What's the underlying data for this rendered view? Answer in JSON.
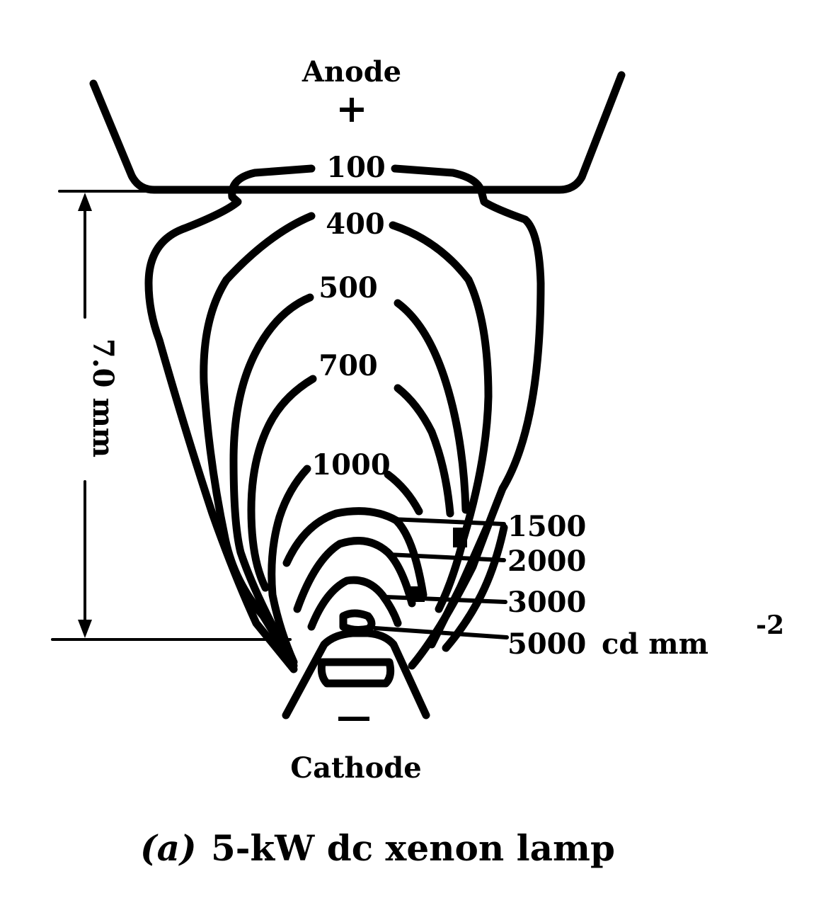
{
  "diagram": {
    "anode_label": "Anode",
    "anode_sign": "+",
    "cathode_label": "Cathode",
    "cathode_sign": "–",
    "dimension_label": "7.0 mm",
    "contour_labels": [
      "100",
      "400",
      "500",
      "700",
      "1000"
    ],
    "side_labels": [
      "1500",
      "2000",
      "3000",
      "5000"
    ],
    "unit_label": "cd mm",
    "unit_exponent": "-2",
    "caption_prefix": "(a)",
    "caption": "5-kW dc xenon lamp"
  }
}
